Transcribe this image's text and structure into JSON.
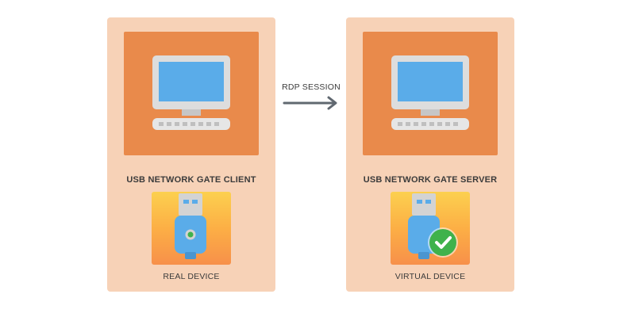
{
  "colors": {
    "panel_bg": "#f7d2b7",
    "monitor_card_bg": "#e98a4b",
    "usb_card_top": "#fcd04f",
    "usb_card_bottom": "#f7904a",
    "usb_body": "#5aace9",
    "check_badge": "#3fb24c",
    "arrow": "#606870"
  },
  "connection": {
    "label": "RDP SESSION",
    "icon": "arrow-right-icon"
  },
  "client": {
    "title": "USB NETWORK GATE CLIENT",
    "monitor_icon": "computer-monitor-icon",
    "device_icon": "usb-drive-icon",
    "device_label": "REAL DEVICE"
  },
  "server": {
    "title": "USB NETWORK GATE SERVER",
    "monitor_icon": "computer-monitor-icon",
    "device_icon": "usb-drive-with-check-icon",
    "device_label": "VIRTUAL DEVICE"
  }
}
